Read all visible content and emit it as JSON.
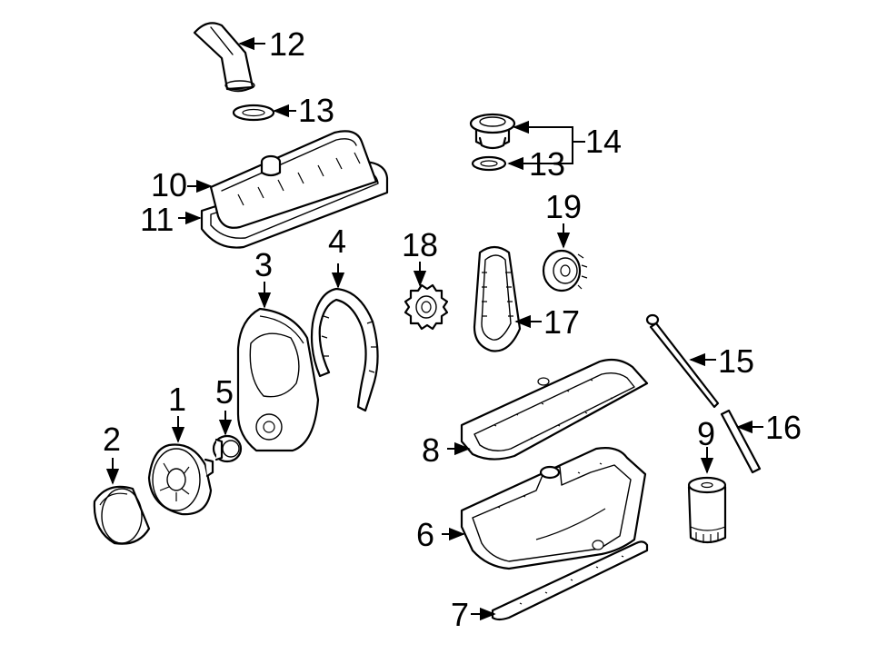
{
  "diagram": {
    "callouts": {
      "c1": "1",
      "c2": "2",
      "c3": "3",
      "c4": "4",
      "c5": "5",
      "c6": "6",
      "c7": "7",
      "c8": "8",
      "c9": "9",
      "c10": "10",
      "c11": "11",
      "c12": "12",
      "c13a": "13",
      "c13b": "13",
      "c14": "14",
      "c15": "15",
      "c16": "16",
      "c17": "17",
      "c18": "18",
      "c19": "19"
    },
    "colors": {
      "line": "#000000",
      "background": "#ffffff"
    }
  }
}
